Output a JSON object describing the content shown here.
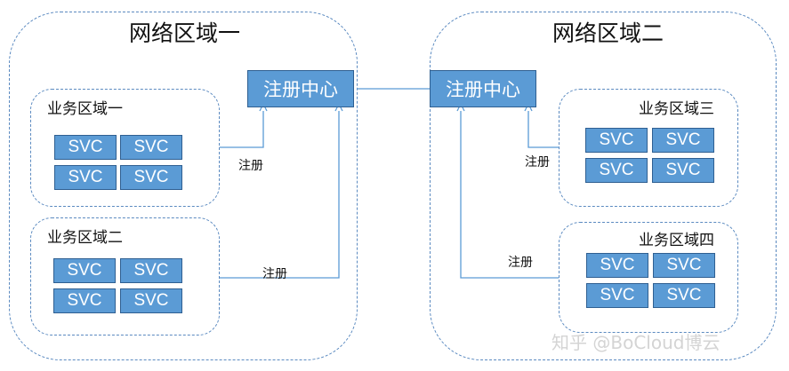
{
  "network_regions": [
    {
      "title": "网络区域一"
    },
    {
      "title": "网络区域二"
    }
  ],
  "registries": [
    {
      "label": "注册中心"
    },
    {
      "label": "注册中心"
    }
  ],
  "business_regions": [
    {
      "title": "业务区域一",
      "services": [
        "SVC",
        "SVC",
        "SVC",
        "SVC"
      ]
    },
    {
      "title": "业务区域二",
      "services": [
        "SVC",
        "SVC",
        "SVC",
        "SVC"
      ]
    },
    {
      "title": "业务区域三",
      "services": [
        "SVC",
        "SVC",
        "SVC",
        "SVC"
      ]
    },
    {
      "title": "业务区域四",
      "services": [
        "SVC",
        "SVC",
        "SVC",
        "SVC"
      ]
    }
  ],
  "connectors": [
    {
      "label": "注册"
    },
    {
      "label": "注册"
    },
    {
      "label": "注册"
    },
    {
      "label": "注册"
    }
  ],
  "colors": {
    "box_fill": "#5b9bd5",
    "box_border": "#2f5f91",
    "dashed_border": "#5b8ac0",
    "connector": "#5b9bd5"
  },
  "watermark": "知乎 @BoCloud博云"
}
